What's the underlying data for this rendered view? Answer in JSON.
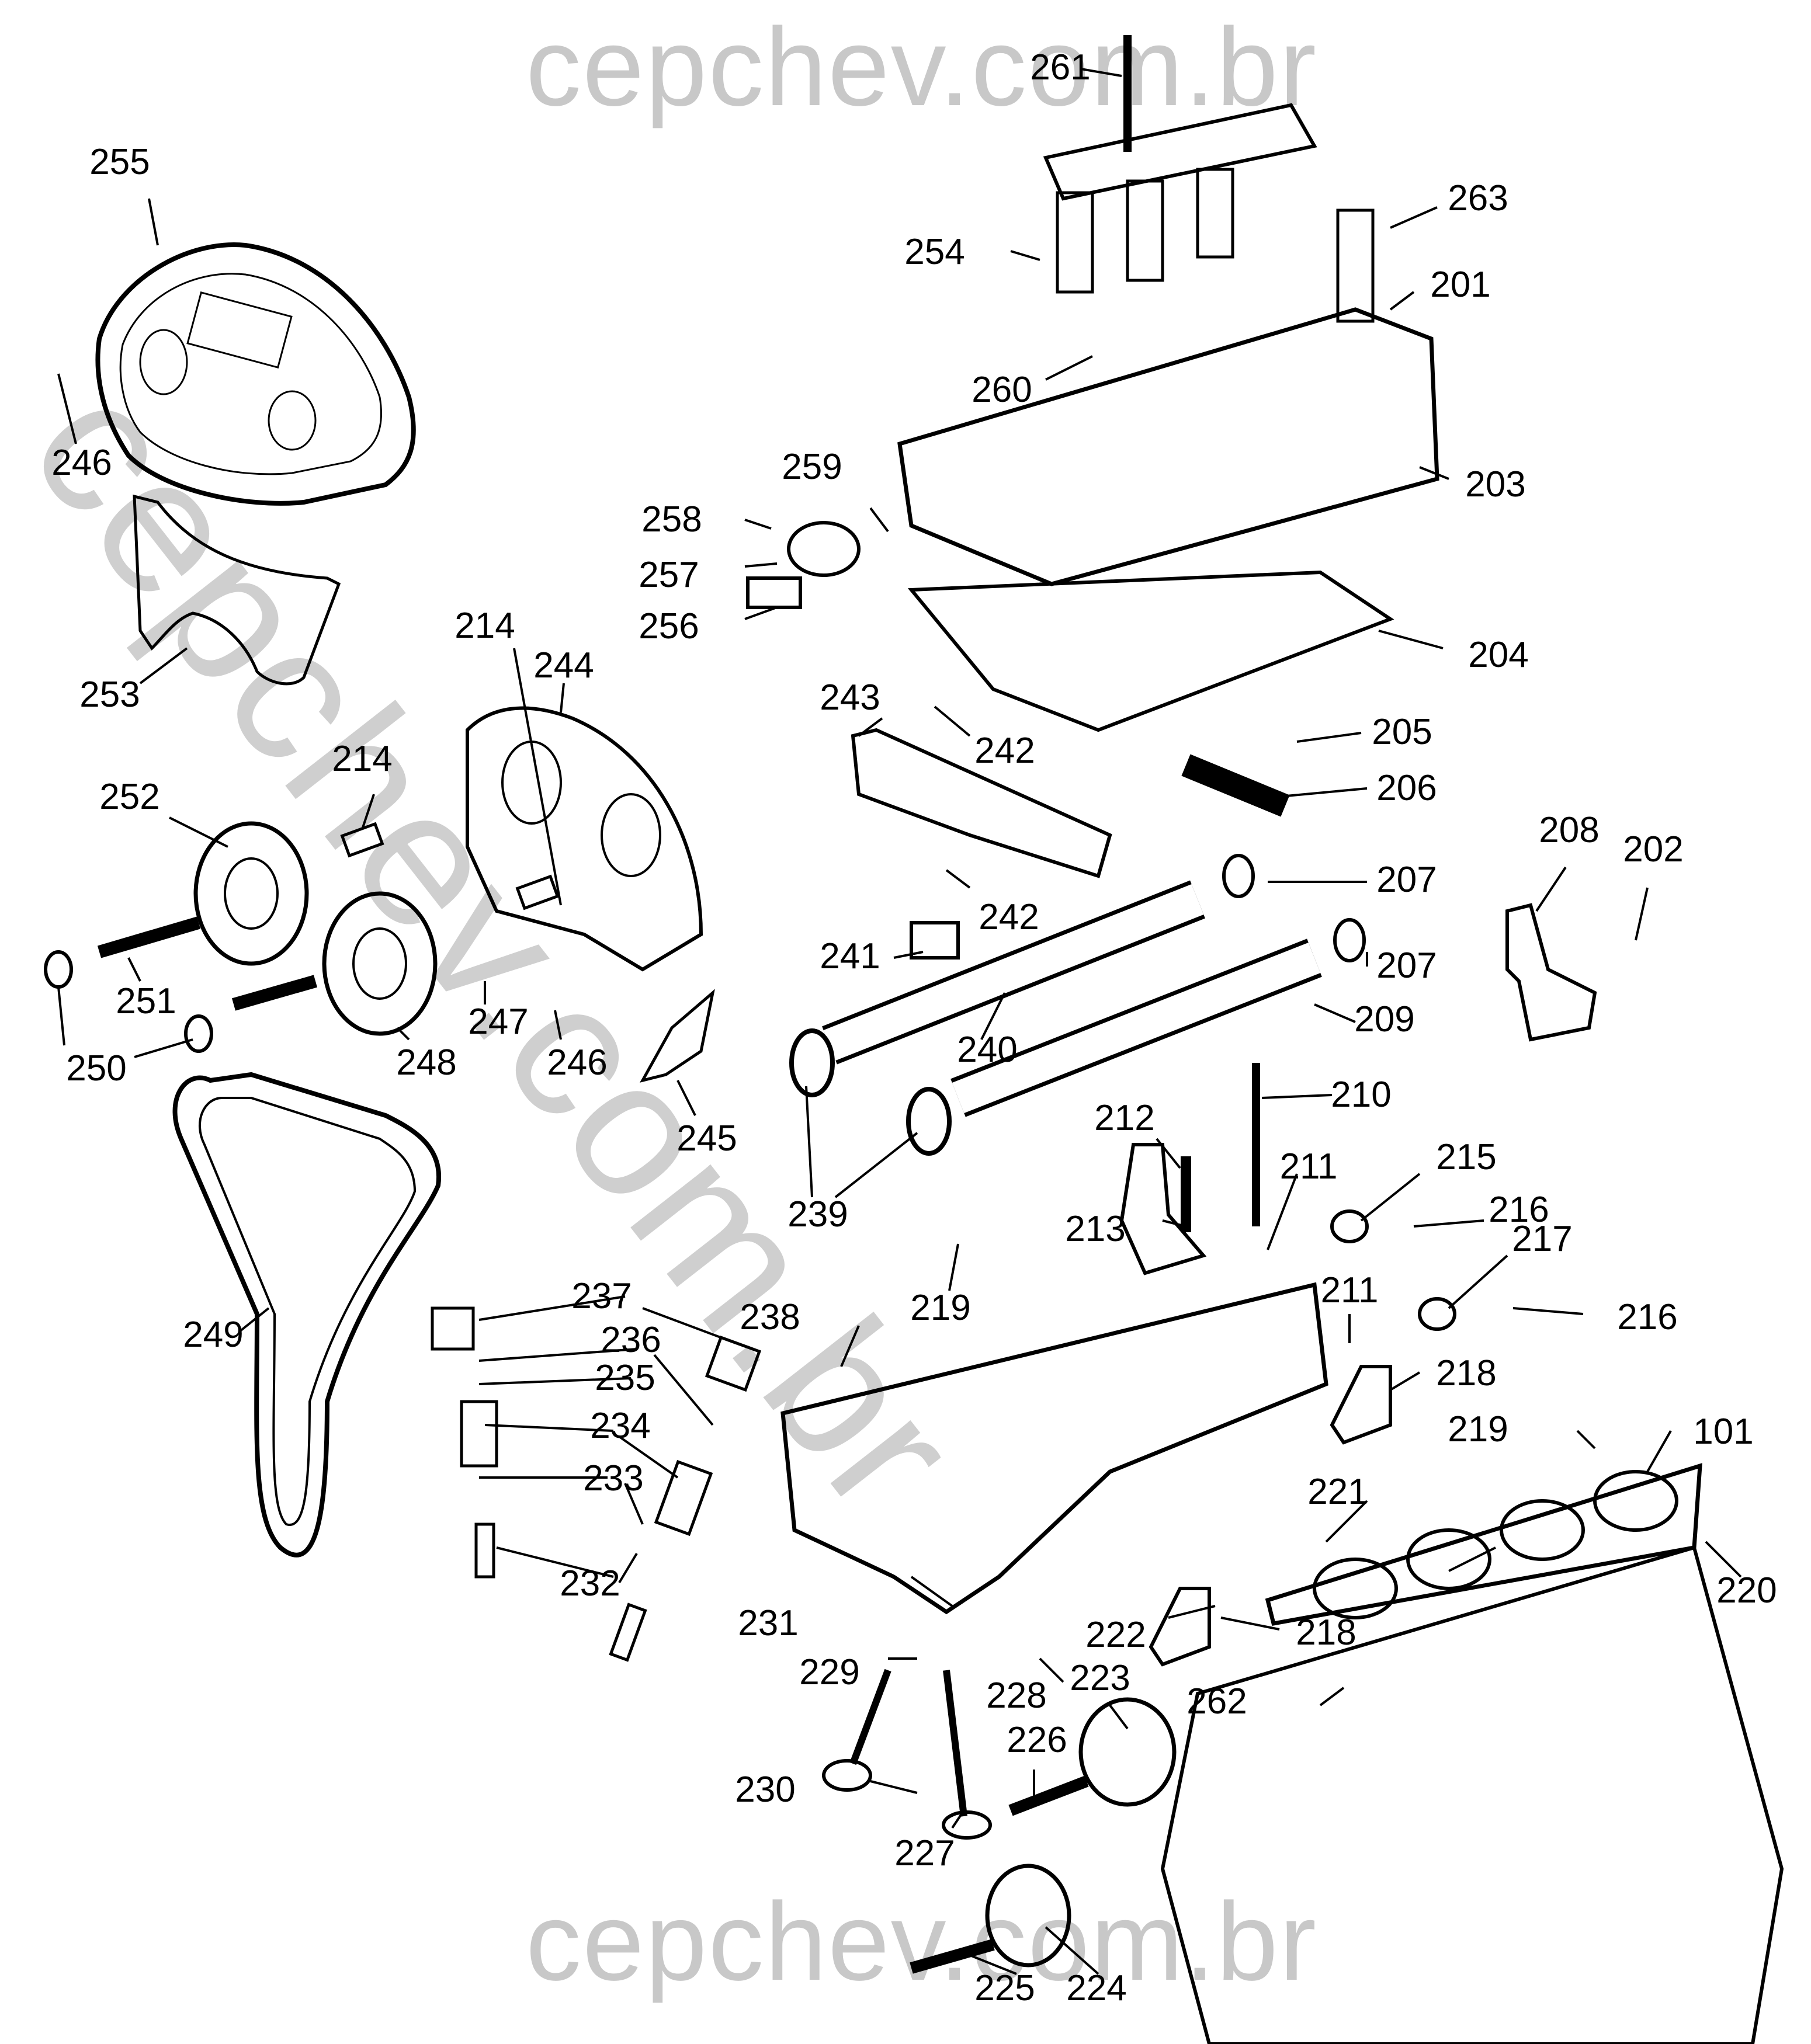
{
  "watermark": {
    "top": "cepchev.com.br",
    "bottom": "cepchev.com.br",
    "diagonal": "cepchev.com.br"
  },
  "diagram": {
    "title": "Engine cylinder head exploded view",
    "part_labels": [
      {
        "id": "261",
        "text": "261"
      },
      {
        "id": "263",
        "text": "263"
      },
      {
        "id": "254",
        "text": "254"
      },
      {
        "id": "201",
        "text": "201"
      },
      {
        "id": "260",
        "text": "260"
      },
      {
        "id": "203",
        "text": "203"
      },
      {
        "id": "255",
        "text": "255"
      },
      {
        "id": "246a",
        "text": "246"
      },
      {
        "id": "259",
        "text": "259"
      },
      {
        "id": "258",
        "text": "258"
      },
      {
        "id": "257",
        "text": "257"
      },
      {
        "id": "256",
        "text": "256"
      },
      {
        "id": "204",
        "text": "204"
      },
      {
        "id": "253",
        "text": "253"
      },
      {
        "id": "214a",
        "text": "214"
      },
      {
        "id": "244",
        "text": "244"
      },
      {
        "id": "243",
        "text": "243"
      },
      {
        "id": "242a",
        "text": "242"
      },
      {
        "id": "205",
        "text": "205"
      },
      {
        "id": "214b",
        "text": "214"
      },
      {
        "id": "252",
        "text": "252"
      },
      {
        "id": "206",
        "text": "206"
      },
      {
        "id": "208",
        "text": "208"
      },
      {
        "id": "202",
        "text": "202"
      },
      {
        "id": "207a",
        "text": "207"
      },
      {
        "id": "242b",
        "text": "242"
      },
      {
        "id": "241",
        "text": "241"
      },
      {
        "id": "207b",
        "text": "207"
      },
      {
        "id": "251",
        "text": "251"
      },
      {
        "id": "247",
        "text": "247"
      },
      {
        "id": "209",
        "text": "209"
      },
      {
        "id": "240",
        "text": "240"
      },
      {
        "id": "250",
        "text": "250"
      },
      {
        "id": "248",
        "text": "248"
      },
      {
        "id": "246b",
        "text": "246"
      },
      {
        "id": "210",
        "text": "210"
      },
      {
        "id": "245",
        "text": "245"
      },
      {
        "id": "212",
        "text": "212"
      },
      {
        "id": "215",
        "text": "215"
      },
      {
        "id": "211a",
        "text": "211"
      },
      {
        "id": "239",
        "text": "239"
      },
      {
        "id": "213",
        "text": "213"
      },
      {
        "id": "216a",
        "text": "216"
      },
      {
        "id": "219a",
        "text": "219"
      },
      {
        "id": "217",
        "text": "217"
      },
      {
        "id": "249",
        "text": "249"
      },
      {
        "id": "237",
        "text": "237"
      },
      {
        "id": "211b",
        "text": "211"
      },
      {
        "id": "216b",
        "text": "216"
      },
      {
        "id": "238",
        "text": "238"
      },
      {
        "id": "236",
        "text": "236"
      },
      {
        "id": "218a",
        "text": "218"
      },
      {
        "id": "235",
        "text": "235"
      },
      {
        "id": "234",
        "text": "234"
      },
      {
        "id": "219b",
        "text": "219"
      },
      {
        "id": "101",
        "text": "101"
      },
      {
        "id": "233",
        "text": "233"
      },
      {
        "id": "221",
        "text": "221"
      },
      {
        "id": "232",
        "text": "232"
      },
      {
        "id": "220",
        "text": "220"
      },
      {
        "id": "231",
        "text": "231"
      },
      {
        "id": "222",
        "text": "222"
      },
      {
        "id": "218b",
        "text": "218"
      },
      {
        "id": "229",
        "text": "229"
      },
      {
        "id": "228",
        "text": "228"
      },
      {
        "id": "223",
        "text": "223"
      },
      {
        "id": "262",
        "text": "262"
      },
      {
        "id": "226",
        "text": "226"
      },
      {
        "id": "230",
        "text": "230"
      },
      {
        "id": "227",
        "text": "227"
      },
      {
        "id": "225",
        "text": "225"
      },
      {
        "id": "224",
        "text": "224"
      }
    ]
  }
}
